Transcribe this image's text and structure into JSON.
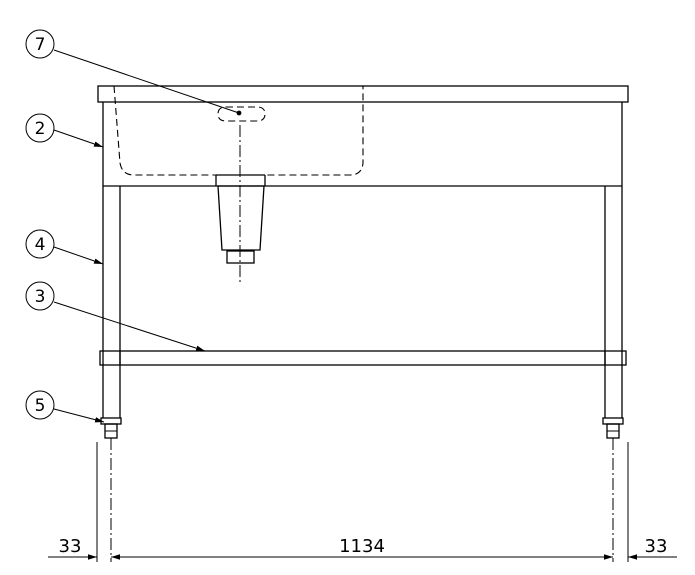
{
  "callouts": {
    "c7": "7",
    "c2": "2",
    "c4": "4",
    "c3": "3",
    "c5": "5"
  },
  "dimensions": {
    "left": "33",
    "center": "1134",
    "right": "33"
  }
}
